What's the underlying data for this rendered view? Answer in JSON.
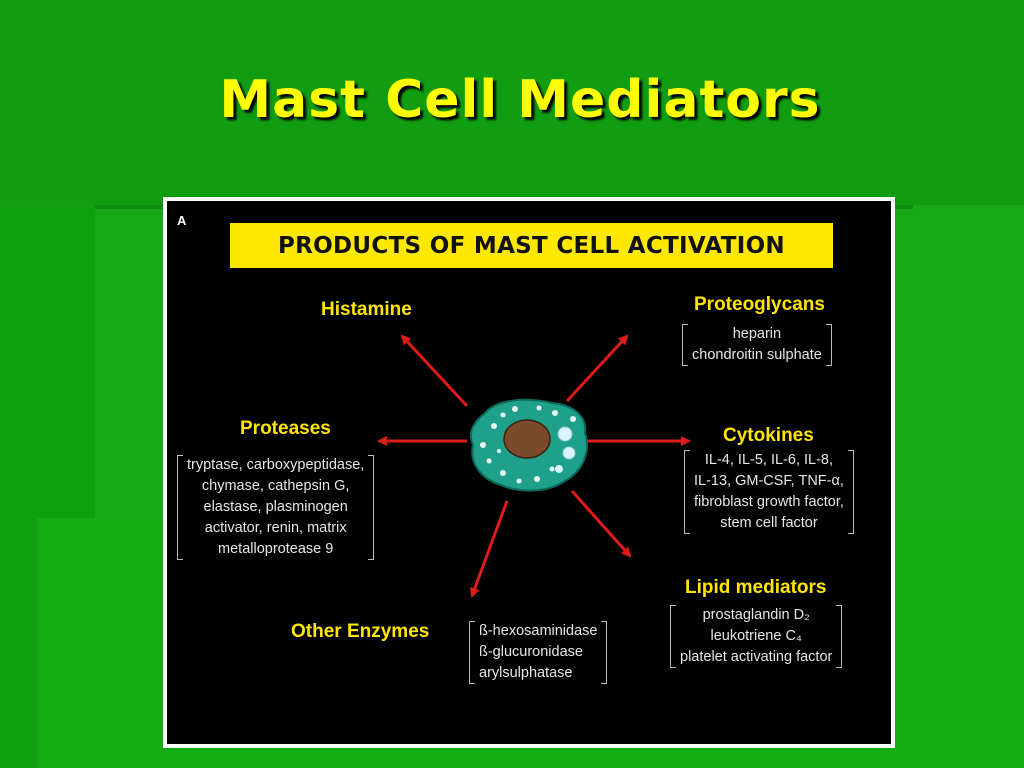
{
  "slide": {
    "title": "Mast Cell Mediators"
  },
  "figure": {
    "panel_letter": "A",
    "banner": "PRODUCTS OF MAST CELL ACTIVATION",
    "categories": {
      "histamine": {
        "label": "Histamine"
      },
      "proteoglycans": {
        "label": "Proteoglycans",
        "items": [
          "heparin",
          "chondroitin sulphate"
        ]
      },
      "proteases": {
        "label": "Proteases",
        "items": [
          "tryptase, carboxypeptidase,",
          "chymase, cathepsin G,",
          "elastase, plasminogen",
          "activator, renin, matrix",
          "metalloprotease 9"
        ]
      },
      "cytokines": {
        "label": "Cytokines",
        "items": [
          "IL-4, IL-5, IL-6, IL-8,",
          "IL-13, GM-CSF, TNF-α,",
          "fibroblast growth factor,",
          "stem cell factor"
        ]
      },
      "other_enzymes": {
        "label": "Other Enzymes",
        "items": [
          "ß-hexosaminidase",
          "ß-glucuronidase",
          "arylsulphatase"
        ]
      },
      "lipid_mediators": {
        "label": "Lipid mediators",
        "items": [
          "prostaglandin D₂",
          "leukotriene C₄",
          "platelet activating factor"
        ]
      }
    },
    "colors": {
      "arrow": "#e01b1b",
      "cell": "#1ea08a",
      "nucleus": "#7a4a2a",
      "banner": "#ffe800",
      "category_text": "#ffe600"
    }
  }
}
